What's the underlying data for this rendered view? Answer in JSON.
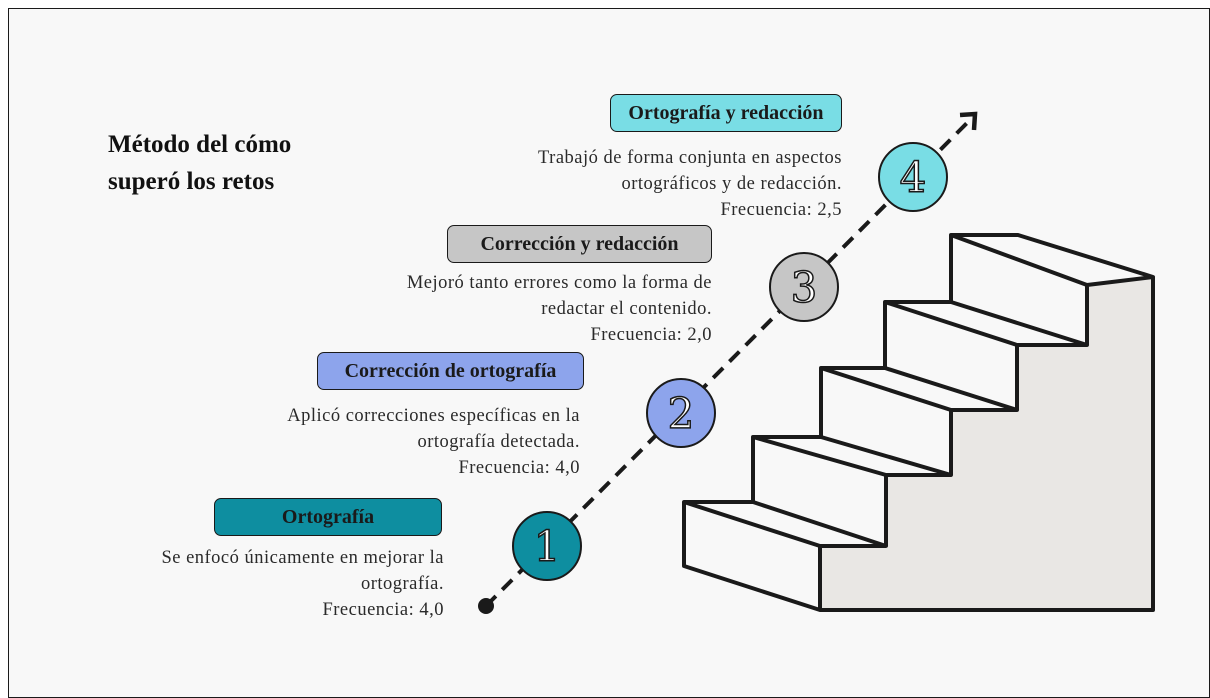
{
  "title": {
    "line1": "Método del cómo",
    "line2": "superó los retos"
  },
  "steps": [
    {
      "number": "1",
      "label": "Ortografía",
      "color": "#0e8ea0",
      "desc": [
        "Se enfocó únicamente en mejorar la",
        "ortografía.",
        "Frecuencia: 4,0"
      ]
    },
    {
      "number": "2",
      "label": "Corrección de ortografía",
      "color": "#8da4ec",
      "desc": [
        "Aplicó correcciones específicas en la",
        "ortografía detectada.",
        "Frecuencia: 4,0"
      ]
    },
    {
      "number": "3",
      "label": "Corrección y redacción",
      "color": "#c6c6c6",
      "desc": [
        "Mejoró tanto errores como la forma de",
        "redactar el contenido.",
        "Frecuencia: 2,0"
      ]
    },
    {
      "number": "4",
      "label": "Ortografía y redacción",
      "color": "#79dde5",
      "desc": [
        "Trabajó de forma conjunta en aspectos",
        "ortográficos y de redacción.",
        "Frecuencia: 2,5"
      ]
    }
  ],
  "colors": {
    "stairs_side": "#e9e7e4",
    "outline": "#1a1a1a",
    "background": "#f8f8f8"
  }
}
